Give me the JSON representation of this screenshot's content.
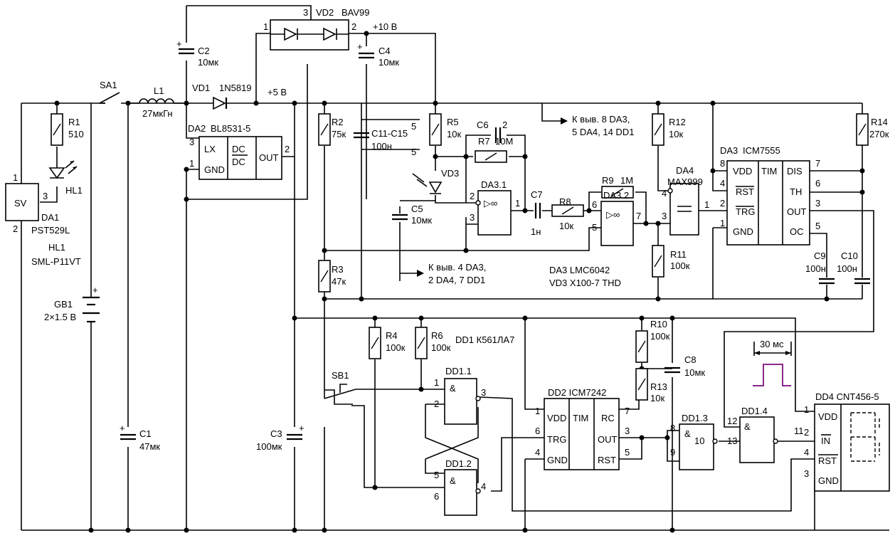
{
  "components": {
    "SV": "SV",
    "DA1": "DA1",
    "DA1_part": "PST529L",
    "HL1": "HL1",
    "HL1_part": "SML-P11VT",
    "R1": "R1",
    "R1_val": "510",
    "SA1": "SA1",
    "L1": "L1",
    "L1_val": "27мкГн",
    "VD1": "VD1",
    "VD1_part": "1N5819",
    "VD2": "VD2",
    "VD2_part": "BAV99",
    "C2": "C2",
    "C2_val": "10мк",
    "C4": "C4",
    "C4_val": "10мк",
    "plus10": "+10 В",
    "plus5": "+5 В",
    "DA2": "DA2",
    "DA2_part": "BL8531-5",
    "LX": "LX",
    "GND": "GND",
    "DC": "DC",
    "OUT": "OUT",
    "R2": "R2",
    "R2_val": "75к",
    "C11": "C11-C15",
    "C11_val": "100н",
    "R5": "R5",
    "R5_val": "10к",
    "C6": "C6",
    "R7": "R7",
    "R7_val": "10М",
    "VD3": "VD3",
    "C5": "C5",
    "C5_val": "10мк",
    "DA3_1": "DA3.1",
    "DA3_2": "DA3.2",
    "C7": "C7",
    "C7_val": "1н",
    "R8": "R8",
    "R8_val": "10к",
    "R9": "R9",
    "R9_val": "1М",
    "note1a": "К выв. 8 DA3,",
    "note1b": "5 DA4, 14 DD1",
    "note2a": "К выв. 4 DA3,",
    "note2b": "2 DA4, 7 DD1",
    "DA3_note": "DA3  LMC6042",
    "VD3_note": "VD3  X100-7 THD",
    "R3": "R3",
    "R3_val": "47к",
    "R12": "R12",
    "R12_val": "10к",
    "DA4": "DA4",
    "DA4_part": "MAX999",
    "R11": "R11",
    "R11_val": "100к",
    "DA3": "DA3",
    "DA3_part": "ICM7555",
    "VDD": "VDD",
    "TIM": "TIM",
    "DIS": "DIS",
    "TH": "TH",
    "RST": "RST",
    "TRG": "TRG",
    "OC": "OC",
    "C9": "C9",
    "C9_val": "100н",
    "C10": "C10",
    "C10_val": "100н",
    "R14": "R14",
    "R14_val": "270к",
    "GB1": "GB1",
    "GB1_val": "2×1.5 В",
    "C1": "C1",
    "C1_val": "47мк",
    "C3": "C3",
    "C3_val": "100мк",
    "SB1": "SB1",
    "R4": "R4",
    "R4_val": "100к",
    "R6": "R6",
    "R6_val": "100к",
    "DD1": "DD1  К561ЛА7",
    "DD1_1": "DD1.1",
    "DD1_2": "DD1.2",
    "DD1_3": "DD1.3",
    "DD1_4": "DD1.4",
    "amp": "&",
    "DD2": "DD2  ICM7242",
    "RC": "RC",
    "R10": "R10",
    "R10_val": "100к",
    "R13": "R13",
    "R13_val": "10к",
    "C8": "C8",
    "C8_val": "10мк",
    "DD4": "DD4  CNT456-5",
    "IN": "IN",
    "pulse": "30 мс"
  },
  "pins": {
    "p1": "1",
    "p2": "2",
    "p3": "3",
    "p4": "4",
    "p5": "5",
    "p6": "6",
    "p7": "7",
    "p8": "8",
    "p9": "9",
    "p10": "10",
    "p11": "11",
    "p12": "12",
    "p13": "13"
  },
  "colors": {
    "pulse": "#8a2a8a"
  }
}
